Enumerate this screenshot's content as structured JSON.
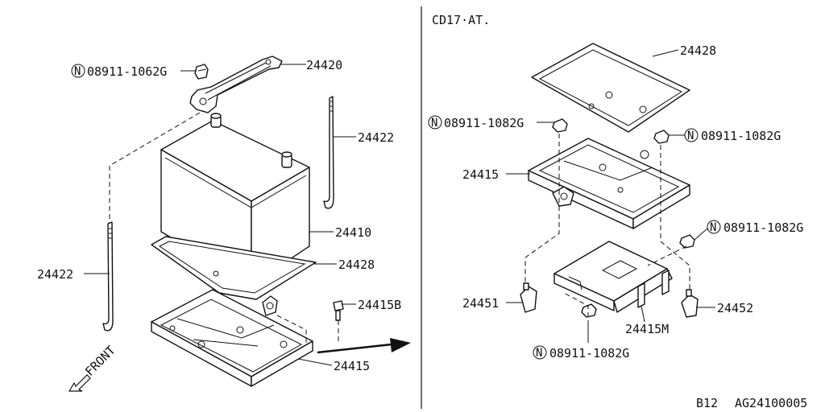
{
  "variant_label": "CD17·AT.",
  "page_code": "B12",
  "figure_code": "AG24100005",
  "front_label": "FRONT",
  "nut_symbol": "N",
  "left": {
    "clamp": "24420",
    "nut_clamp": "08911-1062G",
    "rod_right": "24422",
    "rod_left": "24422",
    "battery": "24410",
    "tray_cover": "24428",
    "bolt": "24415B",
    "tray": "24415"
  },
  "right": {
    "tray_cover": "24428",
    "nut_top_left": "08911-1082G",
    "nut_top_right": "08911-1082G",
    "tray": "24415",
    "nut_mid_right": "08911-1082G",
    "bracket_left": "24451",
    "bracket_right": "24452",
    "tray_base": "24415M",
    "nut_bottom": "08911-1082G"
  }
}
